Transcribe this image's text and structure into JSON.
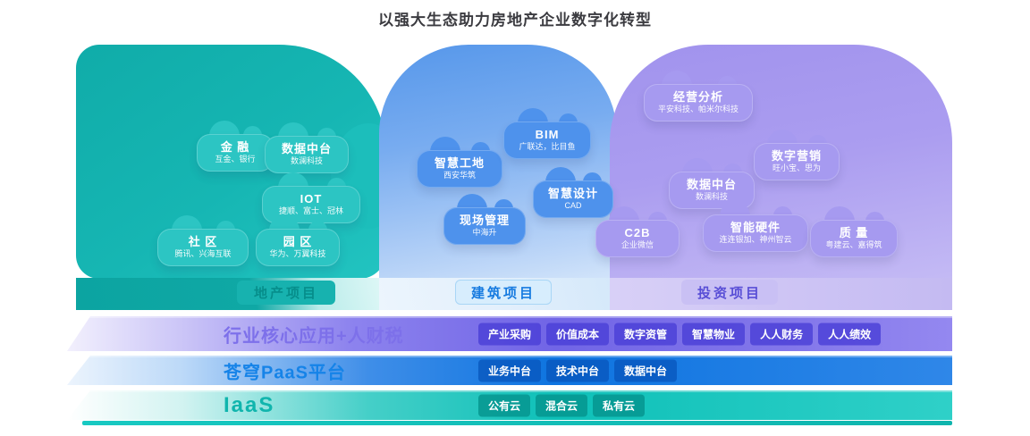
{
  "title": "以强大生态助力房地产企业数字化转型",
  "sections": [
    {
      "label": "地产项目",
      "clouds": [
        {
          "title": "金 融",
          "subtitle": "互金、银行"
        },
        {
          "title": "数据中台",
          "subtitle": "数澜科技"
        },
        {
          "title": "IOT",
          "subtitle": "捷顺、富士、冠林"
        },
        {
          "title": "社 区",
          "subtitle": "腾讯、兴海互联"
        },
        {
          "title": "园 区",
          "subtitle": "华为、万翼科技"
        }
      ]
    },
    {
      "label": "建筑项目",
      "clouds": [
        {
          "title": "智慧工地",
          "subtitle": "西安华筑"
        },
        {
          "title": "BIM",
          "subtitle": "广联达，比目鱼"
        },
        {
          "title": "智慧设计",
          "subtitle": "CAD"
        },
        {
          "title": "现场管理",
          "subtitle": "中海升"
        },
        {
          "title": "C2B",
          "subtitle": "企业微信"
        }
      ]
    },
    {
      "label": "投资项目",
      "clouds": [
        {
          "title": "经营分析",
          "subtitle": "平安科技、帕米尔科技"
        },
        {
          "title": "数字营销",
          "subtitle": "旺小宝、思为"
        },
        {
          "title": "数据中台",
          "subtitle": "数澜科技"
        },
        {
          "title": "智能硬件",
          "subtitle": "连连银加、神州智云"
        },
        {
          "title": "质 量",
          "subtitle": "粤建云、嘉得筑"
        }
      ]
    }
  ],
  "layers": [
    {
      "title": "行业核心应用+人财税",
      "items": [
        "产业采购",
        "价值成本",
        "数字资管",
        "智慧物业",
        "人人财务",
        "人人绩效"
      ]
    },
    {
      "title": "苍穹PaaS平台",
      "items": [
        "业务中台",
        "技术中台",
        "数据中台"
      ]
    },
    {
      "title": "IaaS",
      "items": [
        "公有云",
        "混合云",
        "私有云"
      ]
    }
  ],
  "colors": {
    "teal": "#12b5b2",
    "blue": "#4f94e9",
    "purple": "#a294ee",
    "layer_app": "#7165e6",
    "layer_paas": "#0e74e0",
    "layer_iaas": "#0ec0b8"
  }
}
